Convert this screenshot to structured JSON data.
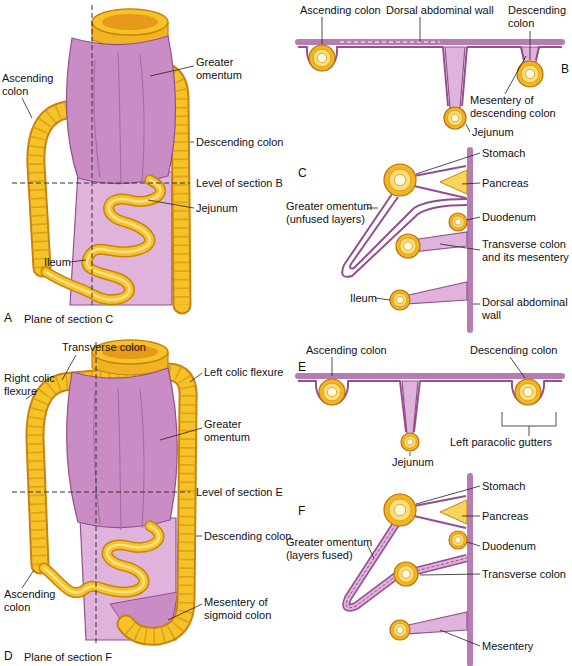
{
  "diagram": {
    "labels": [
      "Ascending colon",
      "Greater omentum",
      "Descending colon",
      "Level of section B",
      "Jejunum",
      "Ileum",
      "A",
      "Plane of section C",
      "Ascending colon",
      "Dorsal abdominal wall",
      "Descending colon",
      "B",
      "Mesentery of descending colon",
      "Jejunum",
      "Stomach",
      "Pancreas",
      "C",
      "Greater omentum (unfused layers)",
      "Duodenum",
      "Transverse colon and its mesentery",
      "Ileum",
      "Dorsal abdominal wall",
      "Transverse colon",
      "Right colic flexure",
      "Left colic flexure",
      "Greater omentum",
      "Level of section E",
      "Descending colon",
      "Ascending colon",
      "Mesentery of sigmoid colon",
      "D",
      "Plane of section F",
      "Ascending colon",
      "Descending colon",
      "E",
      "Jejunum",
      "Left paracolic gutters",
      "Stomach",
      "Pancreas",
      "F",
      "Greater omentum (layers fused)",
      "Duodenum",
      "Transverse colon",
      "Mesentery"
    ]
  }
}
